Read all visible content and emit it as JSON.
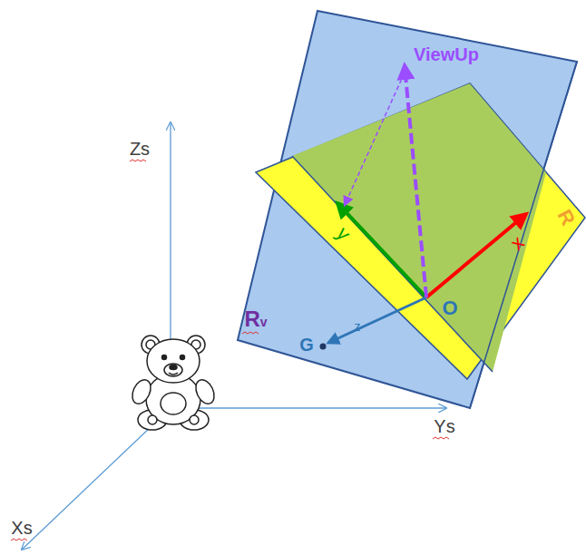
{
  "diagram": {
    "labels": [
      "Zs",
      "Ys",
      "Xs",
      "ViewUp",
      "y",
      "x",
      "z",
      "O",
      "G",
      "R",
      "Rv"
    ]
  }
}
